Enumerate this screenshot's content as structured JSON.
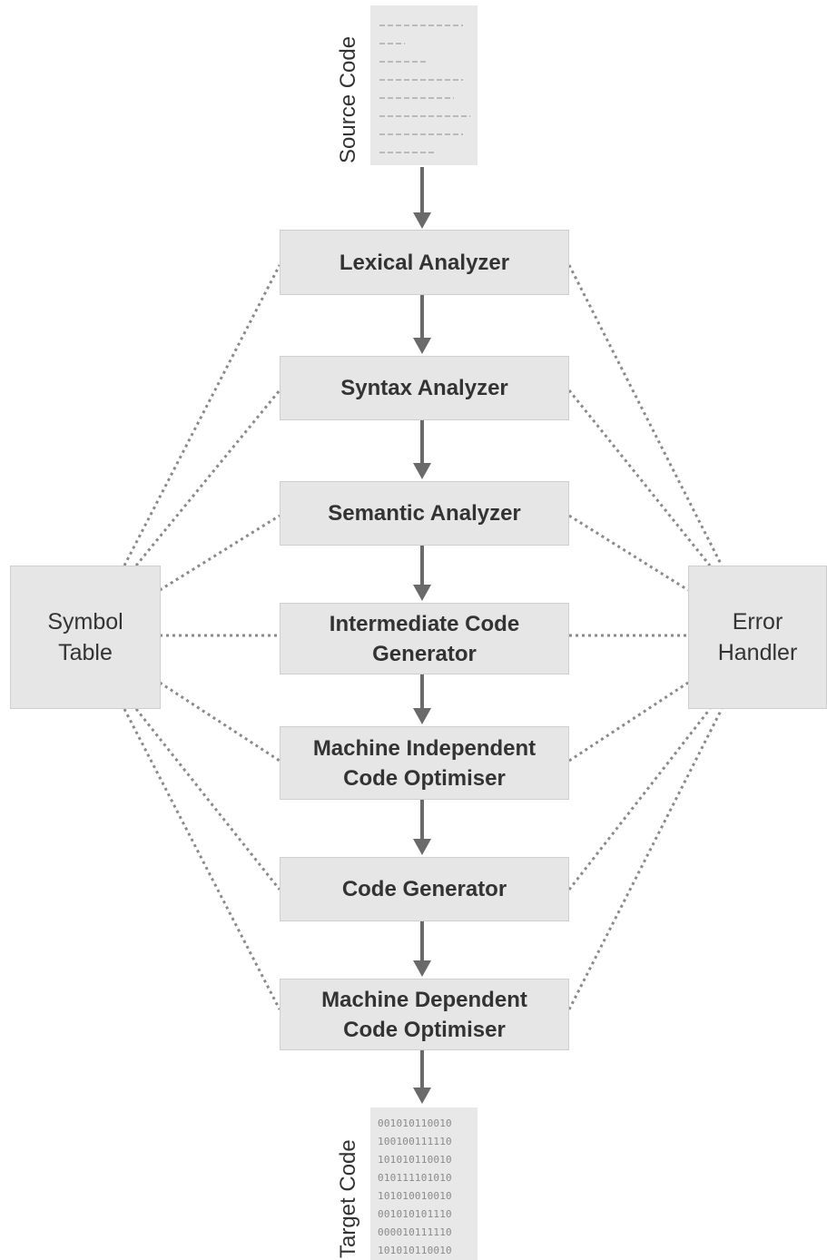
{
  "source_label": "Source Code",
  "target_label": "Target Code",
  "phases": [
    {
      "line1": "Lexical Analyzer",
      "line2": ""
    },
    {
      "line1": "Syntax Analyzer",
      "line2": ""
    },
    {
      "line1": "Semantic Analyzer",
      "line2": ""
    },
    {
      "line1": "Intermediate Code",
      "line2": "Generator"
    },
    {
      "line1": "Machine Independent",
      "line2": "Code Optimiser"
    },
    {
      "line1": "Code Generator",
      "line2": ""
    },
    {
      "line1": "Machine Dependent",
      "line2": "Code Optimiser"
    }
  ],
  "symbol_table": {
    "line1": "Symbol",
    "line2": "Table"
  },
  "error_handler": {
    "line1": "Error",
    "line2": "Handler"
  },
  "target_code_lines": [
    "001010110010",
    "100100111110",
    "101010110010",
    "010111101010",
    "101010010010",
    "001010101110",
    "000010111110",
    "101010110010"
  ],
  "colors": {
    "box_fill": "#e6e6e6",
    "arrow": "#6a6a6a",
    "dotted": "#8a8a8a",
    "text": "#333333"
  }
}
